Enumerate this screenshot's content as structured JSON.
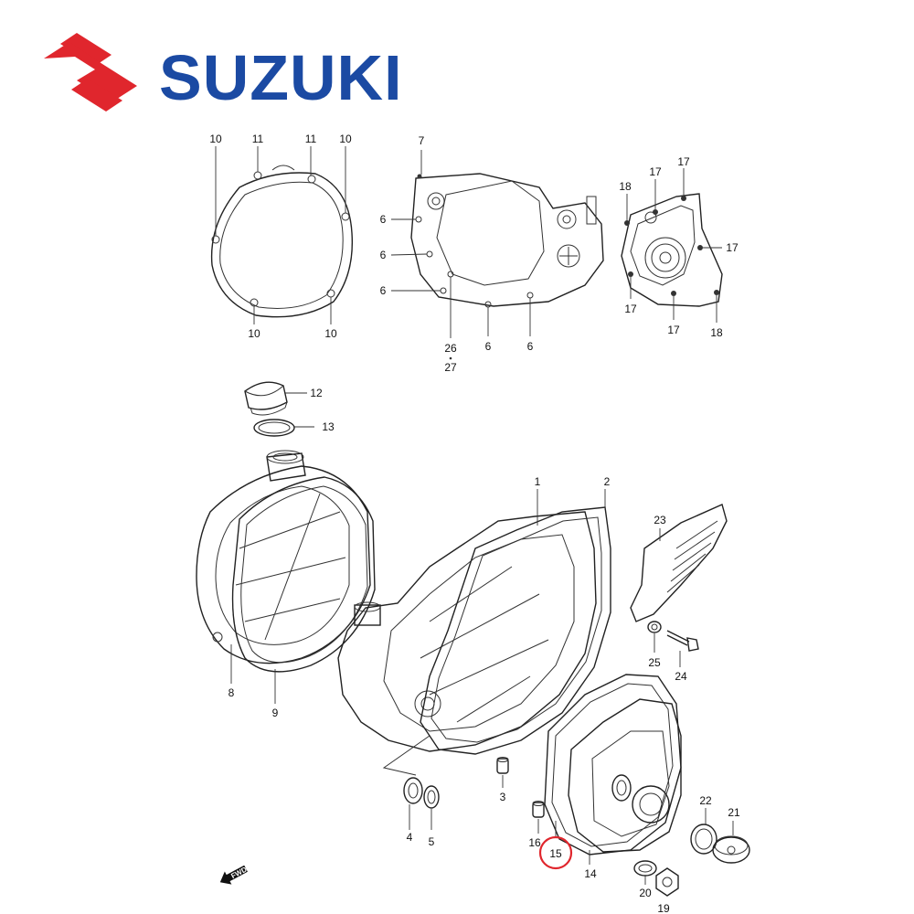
{
  "brand": {
    "name": "SUZUKI",
    "text_color": "#1b4aa3",
    "mark_color": "#e0262d"
  },
  "highlight": {
    "part": "15",
    "ring_color": "#e0262d"
  },
  "direction_marker": "FWD",
  "callouts": {
    "p1": "1",
    "p2": "2",
    "p3": "3",
    "p4": "4",
    "p5": "5",
    "p6a": "6",
    "p6b": "6",
    "p6c": "6",
    "p6d": "6",
    "p6e": "6",
    "p7": "7",
    "p8": "8",
    "p9": "9",
    "p10a": "10",
    "p10b": "10",
    "p10c": "10",
    "p10d": "10",
    "p11a": "11",
    "p11b": "11",
    "p12": "12",
    "p13": "13",
    "p14": "14",
    "p15": "15",
    "p16": "16",
    "p17a": "17",
    "p17b": "17",
    "p17c": "17",
    "p17d": "17",
    "p17e": "17",
    "p18a": "18",
    "p18b": "18",
    "p19": "19",
    "p20": "20",
    "p21": "21",
    "p22": "22",
    "p23": "23",
    "p24": "24",
    "p25": "25",
    "p26": "26",
    "p27": "27"
  }
}
